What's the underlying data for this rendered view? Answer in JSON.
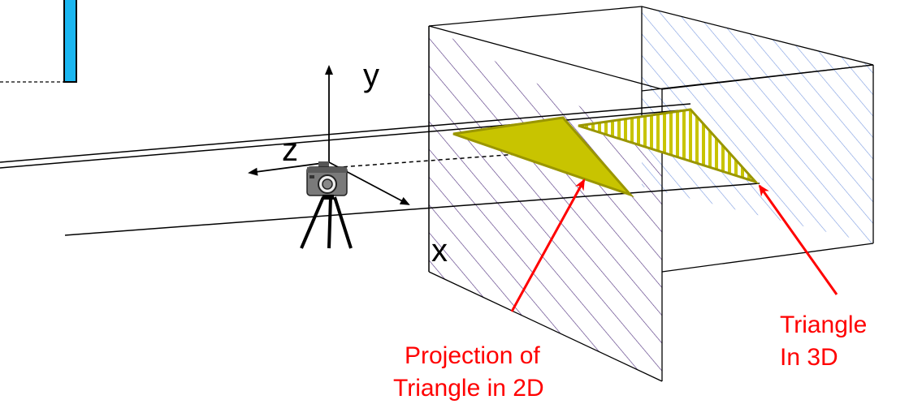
{
  "axes": {
    "x_label": "x",
    "y_label": "y",
    "z_label": "z"
  },
  "annotations": {
    "projection_line1": "Projection of",
    "projection_line2": "Triangle in 2D",
    "triangle3d_line1": "Triangle",
    "triangle3d_line2": "In 3D"
  },
  "icons": {
    "camera": "camera-icon",
    "tripod": "tripod-icon"
  },
  "colors": {
    "annotation_text": "#ff0000",
    "pointer_arrow": "#ff0000",
    "triangle_fill": "#c8c400",
    "triangle_stroke": "#9a9600",
    "hatch_front": "#4b2a7a",
    "hatch_back": "#7a9ae0",
    "blue_bar": "#1ab6f0"
  }
}
